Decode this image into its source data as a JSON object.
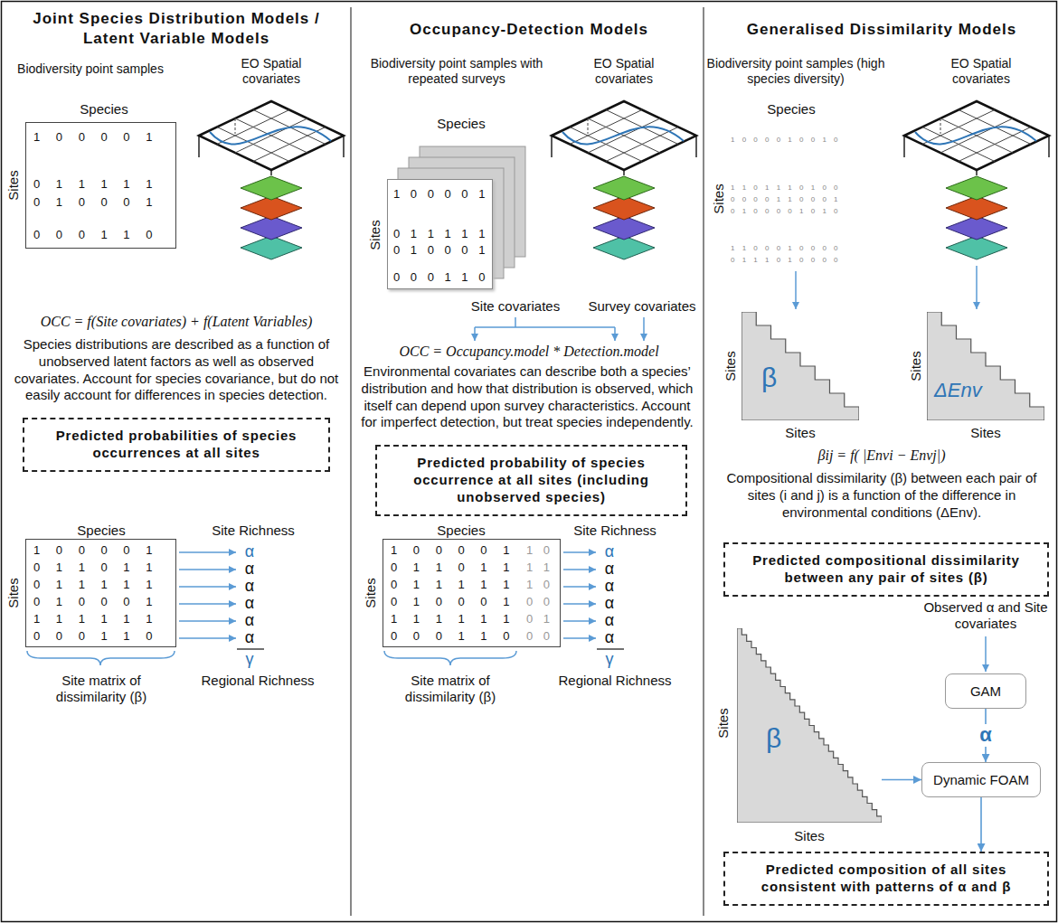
{
  "diagram": {
    "nodes": [
      {
        "text": [
          "1 0 0 0 0 1",
          "0 1 1 1 1 1",
          "0 1 0 0 0 1",
          "0 0 0 1 1 0"
        ]
      },
      {
        "text": [
          "Predicted probabilities of species occurrences at all sites"
        ]
      },
      {
        "text": [
          "1 0 0 0 0 1",
          "0 1 1 0 1 1",
          "0 1 1 1 1 1",
          "0 1 0 0 0 1",
          "1 1 1 1 1 1",
          "0 0 0 1 1 0"
        ]
      },
      {
        "text": [
          "1 0 0 0 0 1",
          "0 1 1 1 1 1",
          "0 1 0 0 0 1",
          "0 0 0 1 1 0"
        ]
      },
      {
        "text": [
          "Predicted probability of species occurrence at all sites (including unobserved species)"
        ]
      },
      {
        "text": [
          "1 0 0 0 0 1",
          "0 1 1 0 1 1",
          "0 1 1 1 1 1",
          "0 1 0 0 0 1",
          "1 1 1 1 1 1",
          "0 0 0 1 1 0",
          "1 0",
          "1 1",
          "1 0",
          "0 0",
          "0 1",
          "0 0"
        ]
      },
      {
        "text": [
          "β"
        ]
      },
      {
        "text": [
          "ΔEnv"
        ]
      },
      {
        "text": [
          "Predicted compositional dissimilarity between any pair of sites (β)"
        ]
      },
      {
        "text": [
          "β"
        ]
      },
      {
        "text": [
          "GAM"
        ]
      },
      {
        "text": [
          "Dynamic FOAM"
        ]
      },
      {
        "text": [
          "Predicted composition of all sites consistent with patterns of α and β"
        ]
      }
    ],
    "edges": [
      {
        "from": 10,
        "to": 11,
        "label": "α",
        "arrow": "to"
      },
      {
        "from": 9,
        "to": 11,
        "arrow": "to"
      },
      {
        "from": 11,
        "to": 12,
        "arrow": "to"
      }
    ],
    "labels": [
      "Joint Species Distribution Models / Latent Variable Models",
      "Biodiversity point samples",
      "EO Spatial covariates",
      "Species",
      "Sites",
      "OCC = f(Site covariates) + f(Latent Variables)",
      "Species distributions are described as a function of unobserved latent factors as well as observed covariates. Account for species covariance, but do not easily account for differences in species detection.",
      "Species",
      "Site Richness",
      "α",
      "α",
      "α",
      "α",
      "α",
      "α",
      "γ",
      "Regional Richness",
      "Site matrix of dissimilarity (β)",
      "Sites",
      "Occupancy-Detection Models",
      "Biodiversity point samples with repeated surveys",
      "EO Spatial covariates",
      "Species",
      "Sites",
      "Site covariates",
      "Survey covariates",
      "OCC = Occupancy.model * Detection.model",
      "Environmental covariates can describe both a species’ distribution and how that distribution is observed, which itself can depend upon survey characteristics. Account for imperfect detection, but treat species independently.",
      "Species",
      "Site Richness",
      "α",
      "α",
      "α",
      "α",
      "α",
      "α",
      "γ",
      "Regional Richness",
      "Site matrix of dissimilarity (β)",
      "Sites",
      "Generalised Dissimilarity Models",
      "Biodiversity point samples (high species diversity)",
      "EO Spatial covariates",
      "Species",
      "Sites",
      "1 0 0 0 0 1 0 0 1 0",
      "1 1 0 1 1 1 0 1 0 0",
      "0 0 0 0 1 1 0 0 0 1",
      "0 1 0 0 0 0 1 0 1 0",
      "1 1 0 0 0 1 0 0 0 0",
      "0 1 1 1 0 1 0 0 0 0",
      "Sites",
      "Sites",
      "Sites",
      "Sites",
      "βij = f( |Envi − Envj|)",
      "Compositional dissimilarity (β) between each pair of sites (i and j) is a function of the difference in environmental conditions (ΔEnv).",
      "Sites",
      "Sites",
      "Observed α and Site covariates"
    ]
  }
}
